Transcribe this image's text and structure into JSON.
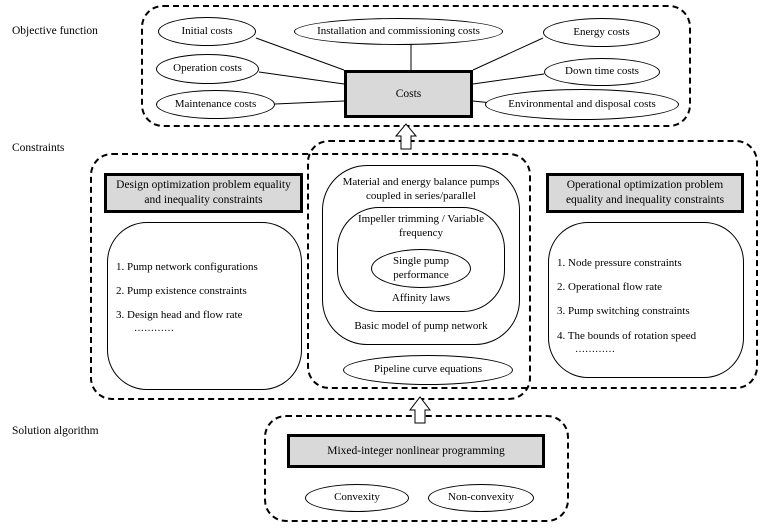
{
  "sections": {
    "objective": "Objective function",
    "constraints": "Constraints",
    "solution": "Solution algorithm"
  },
  "objective": {
    "center": "Costs",
    "items": {
      "initial": "Initial costs",
      "installation": "Installation and commissioning costs",
      "energy": "Energy costs",
      "operation": "Operation costs",
      "downtime": "Down time costs",
      "maintenance": "Maintenance costs",
      "environmental": "Environmental and disposal costs"
    }
  },
  "design": {
    "title": "Design optimization problem equality and inequality constraints",
    "items": [
      "1. Pump network configurations",
      "2. Pump existence constraints",
      "3. Design head and flow rate",
      "…………"
    ]
  },
  "middle": {
    "outer_text": "Material and energy balance pumps coupled in series/parallel",
    "impeller_text": "Impeller trimming / Variable frequency",
    "single_pump": "Single pump performance",
    "affinity": "Affinity laws",
    "basic_model": "Basic model of pump network",
    "pipeline": "Pipeline curve equations"
  },
  "operational": {
    "title": "Operational optimization problem equality and inequality constraints",
    "items": [
      "1. Node pressure constraints",
      "2. Operational flow rate",
      "3. Pump switching constraints",
      "4. The bounds of rotation speed",
      "…………"
    ]
  },
  "solution": {
    "title": "Mixed-integer nonlinear programming",
    "convexity": "Convexity",
    "nonconvexity": "Non-convexity"
  }
}
